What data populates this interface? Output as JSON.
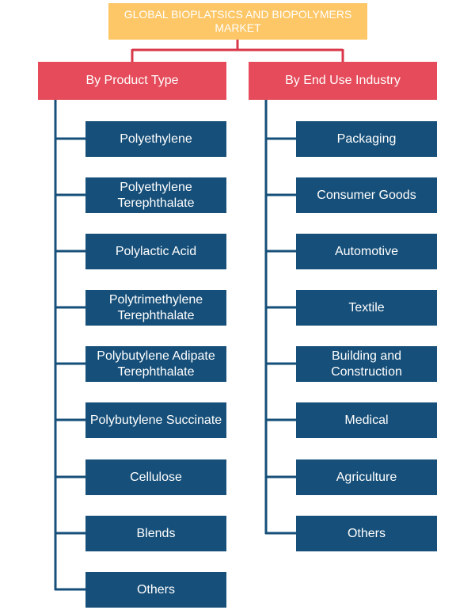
{
  "title": "GLOBAL BIOPLATSICS AND BIOPOLYMERS MARKET",
  "categories": [
    {
      "label": "By Product Type",
      "items": [
        "Polyethylene",
        "Polyethylene Terephthalate",
        "Polylactic Acid",
        "Polytrimethylene Terephthalate",
        "Polybutylene Adipate Terephthalate",
        "Polybutylene Succinate",
        "Cellulose",
        "Blends",
        "Others"
      ]
    },
    {
      "label": "By End Use Industry",
      "items": [
        "Packaging",
        "Consumer Goods",
        "Automotive",
        "Textile",
        "Building and Construction",
        "Medical",
        "Agriculture",
        "Others"
      ]
    }
  ],
  "colors": {
    "title_fill": "#fdc666",
    "category_fill": "#e54b5a",
    "item_fill": "#164f79",
    "connector_red": "#d8384a",
    "connector_blue": "#164f79"
  }
}
